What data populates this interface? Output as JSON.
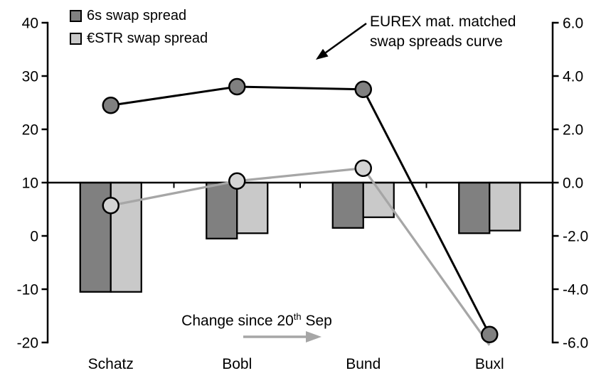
{
  "chart_data": {
    "type": "combo",
    "categories": [
      "Schatz",
      "Bobl",
      "Bund",
      "Buxl"
    ],
    "left_axis": {
      "tick_labels": [
        "40",
        "30",
        "20",
        "10",
        "0",
        "-10",
        "-20"
      ],
      "tick_values": [
        40,
        30,
        20,
        10,
        0,
        -10,
        -20
      ],
      "min": -20,
      "max": 40
    },
    "right_axis": {
      "tick_labels": [
        "6.0",
        "4.0",
        "2.0",
        "0.0",
        "-2.0",
        "-4.0",
        "-6.0"
      ],
      "tick_values": [
        6,
        4,
        2,
        0,
        -2,
        -4,
        -6
      ],
      "min": -6,
      "max": 6
    },
    "bar_zero_baseline_left_value": 10,
    "bar_series": [
      {
        "name": "6s swap spread",
        "axis": "right",
        "fill": "#808080",
        "stroke": "#000000",
        "values": [
          -4.1,
          -2.1,
          -1.7,
          -1.9
        ]
      },
      {
        "name": "€STR swap spread",
        "axis": "right",
        "fill": "#c9c9c9",
        "stroke": "#000000",
        "values": [
          -4.1,
          -1.9,
          -1.3,
          -1.8
        ]
      }
    ],
    "line_series": [
      {
        "name": "€STR swap spread curve",
        "axis": "left",
        "color": "#a6a6a6",
        "marker_fill": "#d4d4d4",
        "values": [
          5.7,
          10.3,
          12.7,
          -20.5
        ],
        "markers": [
          true,
          true,
          true,
          false
        ]
      },
      {
        "name": "6s swap spread curve",
        "axis": "left",
        "color": "#000000",
        "marker_fill": "#808080",
        "values": [
          24.5,
          28,
          27.5,
          -18.5
        ],
        "markers": [
          true,
          true,
          true,
          true
        ]
      }
    ],
    "legend_position": "top-left",
    "grid": false
  },
  "legend": {
    "items": [
      {
        "label": "6s swap spread",
        "color": "#808080"
      },
      {
        "label": "€STR swap spread",
        "color": "#c9c9c9"
      }
    ]
  },
  "annotations": {
    "curve_label": {
      "line1": "EUREX mat. matched",
      "line2": "swap spreads curve",
      "arrow_color": "#000000"
    },
    "change_label": {
      "prefix": "Change since 20",
      "sup": "th",
      "suffix": " Sep",
      "arrow_color": "#a6a6a6"
    }
  }
}
